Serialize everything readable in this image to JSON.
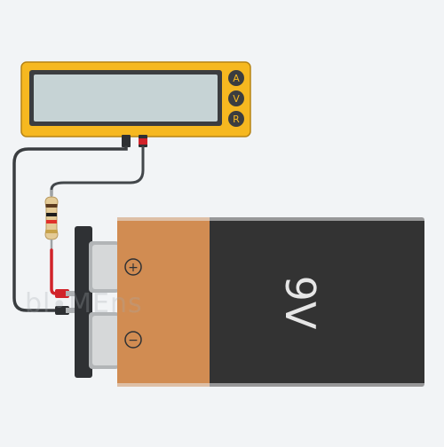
{
  "multimeter": {
    "mode_buttons": [
      {
        "label": "A"
      },
      {
        "label": "V"
      },
      {
        "label": "R"
      }
    ]
  },
  "battery": {
    "voltage_label": "9V",
    "positive_label": "+",
    "negative_label": "−"
  },
  "watermark": {
    "text": "bl∙MEns"
  },
  "colors": {
    "background": "#f2f4f6",
    "meter_body": "#f6b820",
    "meter_screen": "#c6d3d5",
    "battery_body": "#333333",
    "battery_label": "#d18c52",
    "wire_black": "#3a3d40",
    "wire_red": "#d1232a",
    "resistor_body": "#e4cb97"
  }
}
